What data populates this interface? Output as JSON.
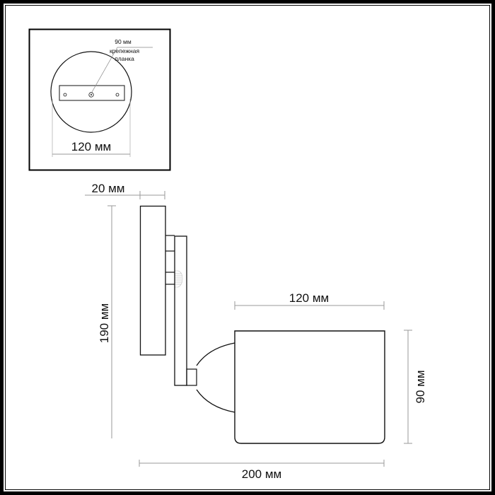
{
  "drawing": {
    "type": "technical dimension drawing",
    "subject": "wall lamp (sconce) side view with ceiling/wall mount plan",
    "colors": {
      "line": "#111111",
      "dimension_line": "#9a9a9a",
      "frame": "#000000",
      "background": "#ffffff"
    }
  },
  "inset": {
    "callout_line1": "90 мм",
    "callout_line2": "крепежная",
    "callout_line3": "планка",
    "diameter_label": "120 мм"
  },
  "dimensions": {
    "mount_depth": "20 мм",
    "height": "190 мм",
    "shade_length": "120 мм",
    "shade_height": "90 мм",
    "total_length": "200 мм"
  }
}
